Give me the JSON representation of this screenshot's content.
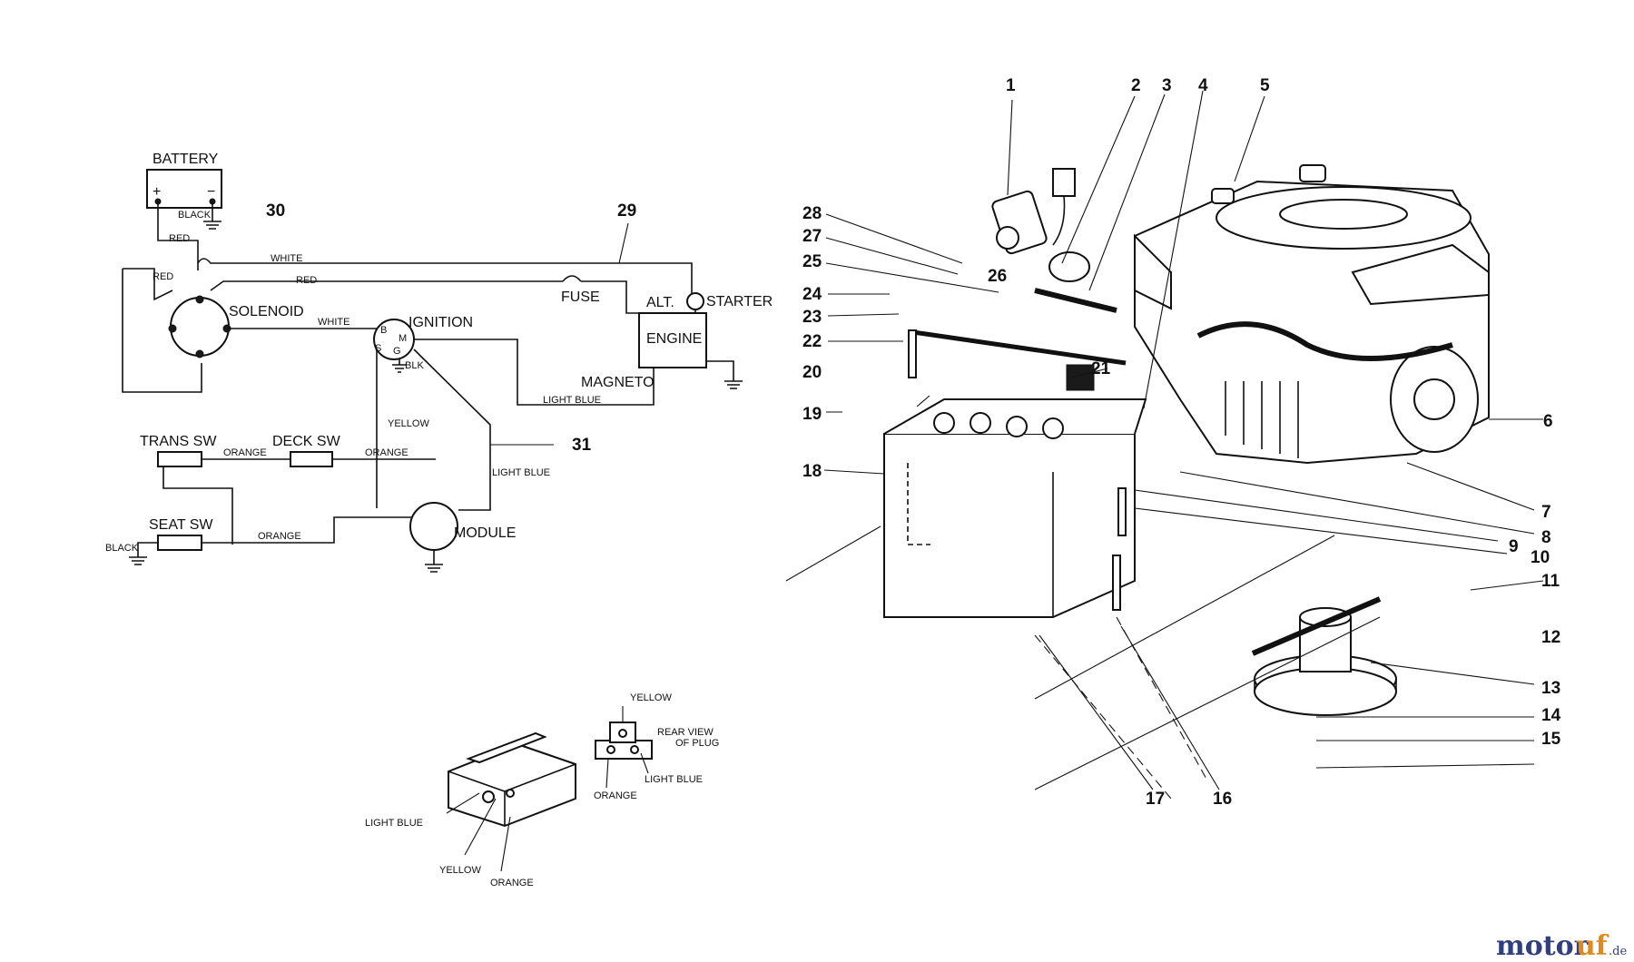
{
  "wiring": {
    "battery": "BATTERY",
    "plus": "+",
    "minus": "−",
    "black_top": "BLACK",
    "red_1": "RED",
    "white_1": "WHITE",
    "red_2": "RED",
    "red_3": "RED",
    "fuse": "FUSE",
    "alt": "ALT.",
    "starter": "STARTER",
    "engine": "ENGINE",
    "solenoid": "SOLENOID",
    "white_2": "WHITE",
    "ignition": "IGNITION",
    "b": "B",
    "m": "M",
    "s": "S",
    "g": "G",
    "blk": "BLK",
    "magneto": "MAGNETO",
    "light_blue_1": "LIGHT BLUE",
    "yellow_1": "YELLOW",
    "light_blue_2": "LIGHT BLUE",
    "trans_sw": "TRANS SW",
    "deck_sw": "DECK SW",
    "orange_1": "ORANGE",
    "orange_2": "ORANGE",
    "seat_sw": "SEAT SW",
    "orange_3": "ORANGE",
    "black_bottom": "BLACK",
    "module": "MODULE",
    "ref_29": "29",
    "ref_30": "30",
    "ref_31": "31"
  },
  "plug": {
    "yellow_top": "YELLOW",
    "rear_view_1": "REAR VIEW",
    "rear_view_2": "OF PLUG",
    "light_blue_right": "LIGHT BLUE",
    "orange_mid": "ORANGE",
    "light_blue_left": "LIGHT BLUE",
    "yellow_bottom": "YELLOW",
    "orange_bottom": "ORANGE"
  },
  "parts": [
    "1",
    "2",
    "3",
    "4",
    "5",
    "6",
    "7",
    "8",
    "9",
    "10",
    "11",
    "12",
    "13",
    "14",
    "15",
    "16",
    "17",
    "18",
    "19",
    "20",
    "21",
    "22",
    "23",
    "24",
    "25",
    "26",
    "27",
    "28"
  ],
  "watermark": {
    "part1": "motor",
    "part2": "uf",
    "part3": ".de"
  }
}
